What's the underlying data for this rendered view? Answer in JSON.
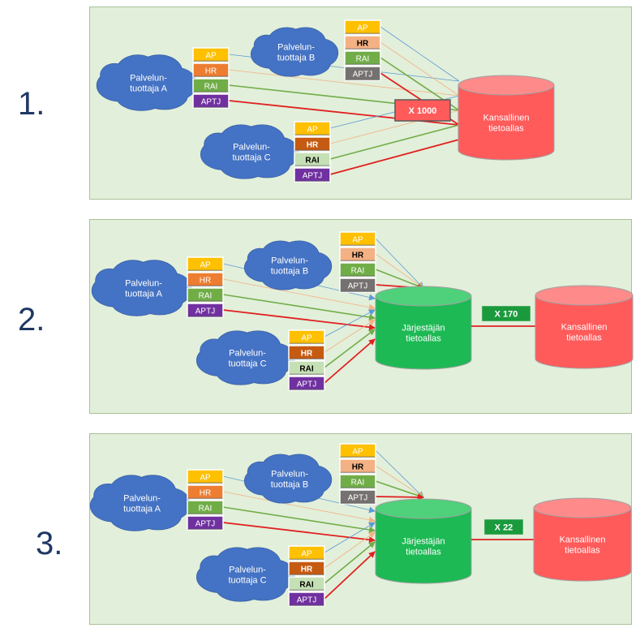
{
  "colors": {
    "background": "#ffffff",
    "panel": "#e2efda",
    "cloud": "#4472c4",
    "AP": "#ffc000",
    "HR_light": "#f4b183",
    "HR_orange": "#ed7d31",
    "HR_dark": "#c55a11",
    "RAI": "#70ad47",
    "RAI_light": "#c5e0b4",
    "APTJ": "#7030a0",
    "APTJ_gray": "#767171",
    "national_pool": "#ff5b5b",
    "organizer_pool": "#1db954",
    "red_line": "#e02020",
    "green_line": "#70ad47",
    "blue_line": "#5b9bd5",
    "orange_line": "#f4b183"
  },
  "scenarios": [
    {
      "number": "1.",
      "providers": {
        "A": "Palvelun-\ntuottaja A",
        "B": "Palvelun-\ntuottaja B",
        "C": "Palvelun-\ntuottaja C"
      },
      "systems": [
        "AP",
        "HR",
        "RAI",
        "APTJ"
      ],
      "multiplier": "X 1000",
      "national_pool": "Kansallinen\ntietoallas"
    },
    {
      "number": "2.",
      "providers": {
        "A": "Palvelun-\ntuottaja A",
        "B": "Palvelun-\ntuottaja B",
        "C": "Palvelun-\ntuottaja C"
      },
      "systems": [
        "AP",
        "HR",
        "RAI",
        "APTJ"
      ],
      "organizer_pool": "Järjestäjän\ntietoallas",
      "multiplier": "X 170",
      "national_pool": "Kansallinen\ntietoallas"
    },
    {
      "number": "3.",
      "providers": {
        "A": "Palvelun-\ntuottaja A",
        "B": "Palvelun-\ntuottaja B",
        "C": "Palvelun-\ntuottaja C"
      },
      "systems": [
        "AP",
        "HR",
        "RAI",
        "APTJ"
      ],
      "organizer_pool": "Järjestäjän\ntietoallas",
      "multiplier": "X 22",
      "national_pool": "Kansallinen\ntietoallas"
    }
  ]
}
